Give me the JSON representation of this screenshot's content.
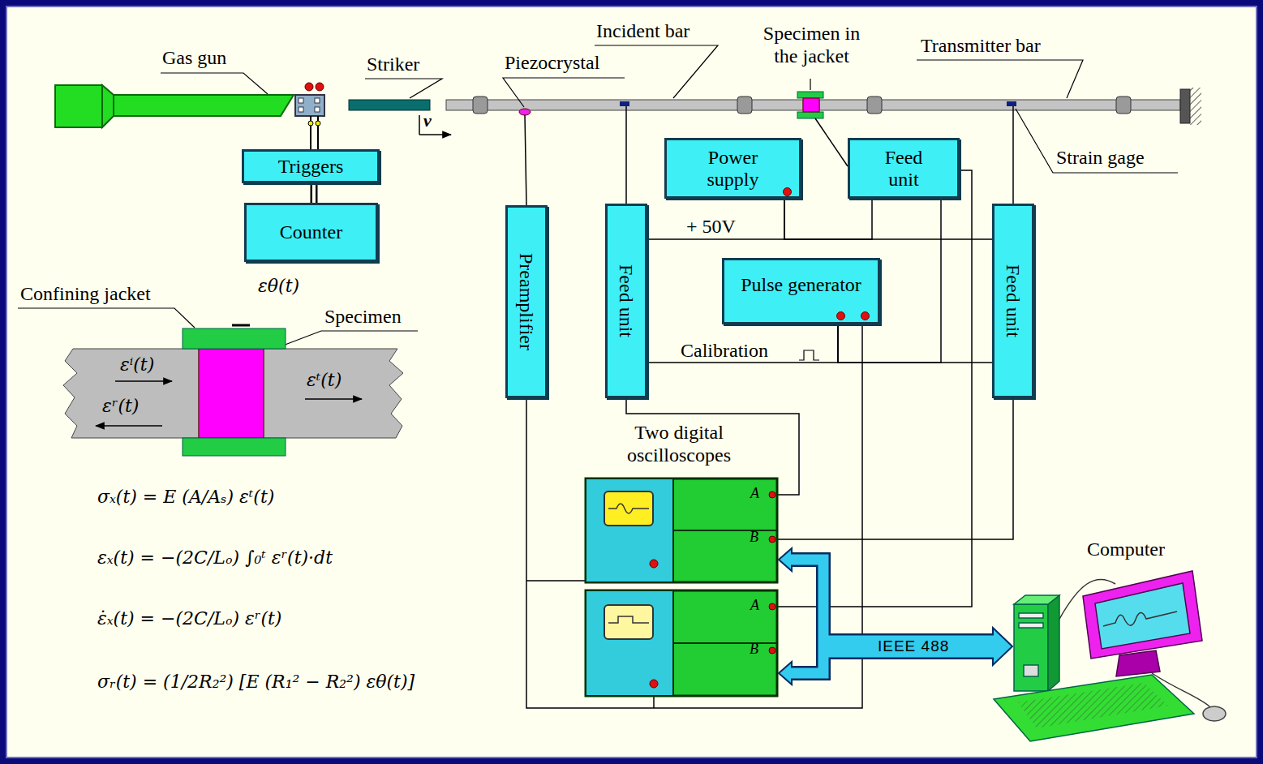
{
  "diagram": {
    "nodes": [
      {
        "text": [
          "Triggers"
        ]
      },
      {
        "text": [
          "Counter"
        ]
      },
      {
        "text": [
          "Preamplifier"
        ]
      },
      {
        "text": [
          "Feed unit"
        ]
      },
      {
        "text": [
          "Power supply"
        ]
      },
      {
        "text": [
          "Feed unit"
        ]
      },
      {
        "text": [
          "Pulse generator"
        ]
      },
      {
        "text": [
          "Feed unit"
        ]
      }
    ],
    "edges": [
      {
        "from": 0,
        "to": 1,
        "arrow": "none"
      },
      {
        "from": 4,
        "to": 3,
        "arrow": "none",
        "label": "+ 50V"
      },
      {
        "from": 4,
        "to": 5,
        "arrow": "none"
      },
      {
        "from": 4,
        "to": 7,
        "arrow": "none"
      },
      {
        "from": 6,
        "to": 3,
        "arrow": "none",
        "label": "Calibration"
      },
      {
        "from": 6,
        "to": 5,
        "arrow": "none"
      },
      {
        "from": 6,
        "to": 7,
        "arrow": "none"
      }
    ],
    "labels": [
      "Gas gun",
      "Striker",
      "Piezocrystal",
      "Incident bar",
      "Specimen in the jacket",
      "Transmitter bar",
      "Strain gage",
      "v",
      "Confining jacket",
      "εθ(t)",
      "Specimen",
      "εⁱ(t)",
      "εʳ(t)",
      "εᵗ(t)",
      "σₓ(t) = E (A/Aₛ) εᵗ(t)",
      "εₓ(t) = −(2C/Lₒ) ∫₀ᵗ εʳ(t)·dt",
      "ε̇ₓ(t) = −(2C/Lₒ) εʳ(t)",
      "σᵣ(t) = (1/2R₂²) [E (R₁² − R₂²) εθ(t)]",
      "Two digital oscilloscopes",
      "A",
      "B",
      "A",
      "B",
      "IEEE 488",
      "Computer"
    ]
  }
}
